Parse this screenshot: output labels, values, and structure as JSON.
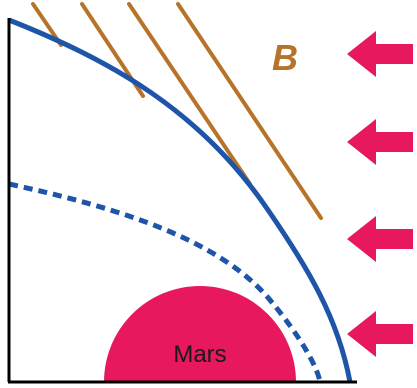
{
  "planet": {
    "label": "Mars",
    "color": "#e8185f"
  },
  "magnetic_field": {
    "label": "B",
    "color": "#b8732b"
  },
  "colors": {
    "axes": "#000000",
    "bow_shock": "#1e55a8",
    "inner_boundary": "#1e55a8",
    "flow_arrows": "#e8185f"
  },
  "flow_arrow_count": 4,
  "field_line_count": 4
}
